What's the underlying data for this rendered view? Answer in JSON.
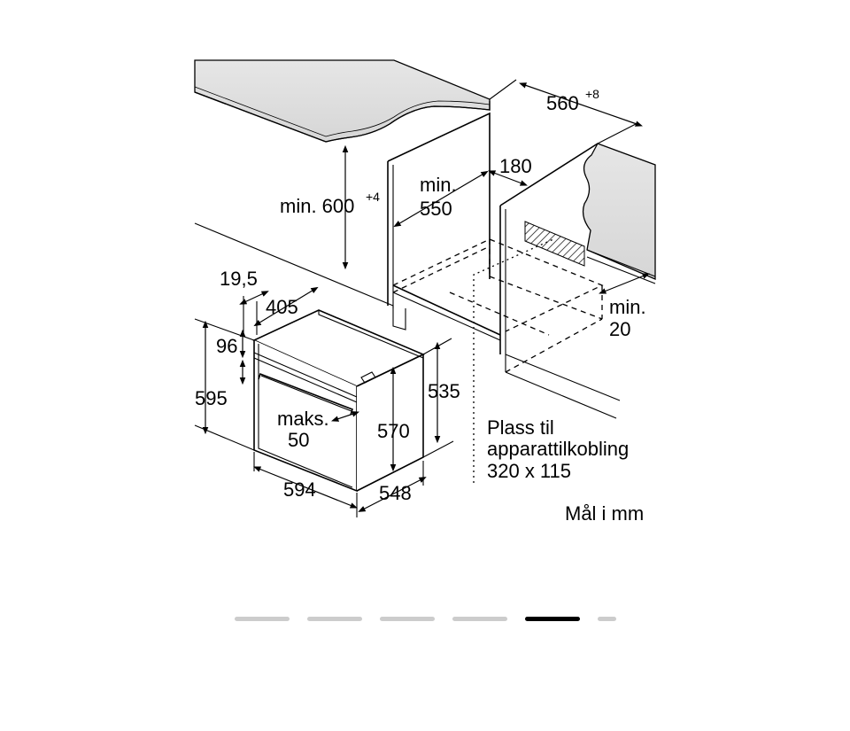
{
  "diagram": {
    "labels": {
      "d560": "560",
      "d560_sup": "+8",
      "d180": "180",
      "min550_line1": "min.",
      "min550_line2": "550",
      "min600": "min. 600",
      "min600_sup": "+4",
      "d19_5": "19,5",
      "d405": "405",
      "d96": "96",
      "d595": "595",
      "d535": "535",
      "maks_line1": "maks.",
      "maks_line2": "50",
      "d570": "570",
      "d594": "594",
      "d548": "548",
      "min20_line1": "min.",
      "min20_line2": "20",
      "plass_line1": "Plass til",
      "plass_line2": "apparattilkobling",
      "plass_line3": "320 x 115",
      "units": "Mål i mm"
    }
  },
  "pager": {
    "count": 6,
    "active_index": 4
  }
}
